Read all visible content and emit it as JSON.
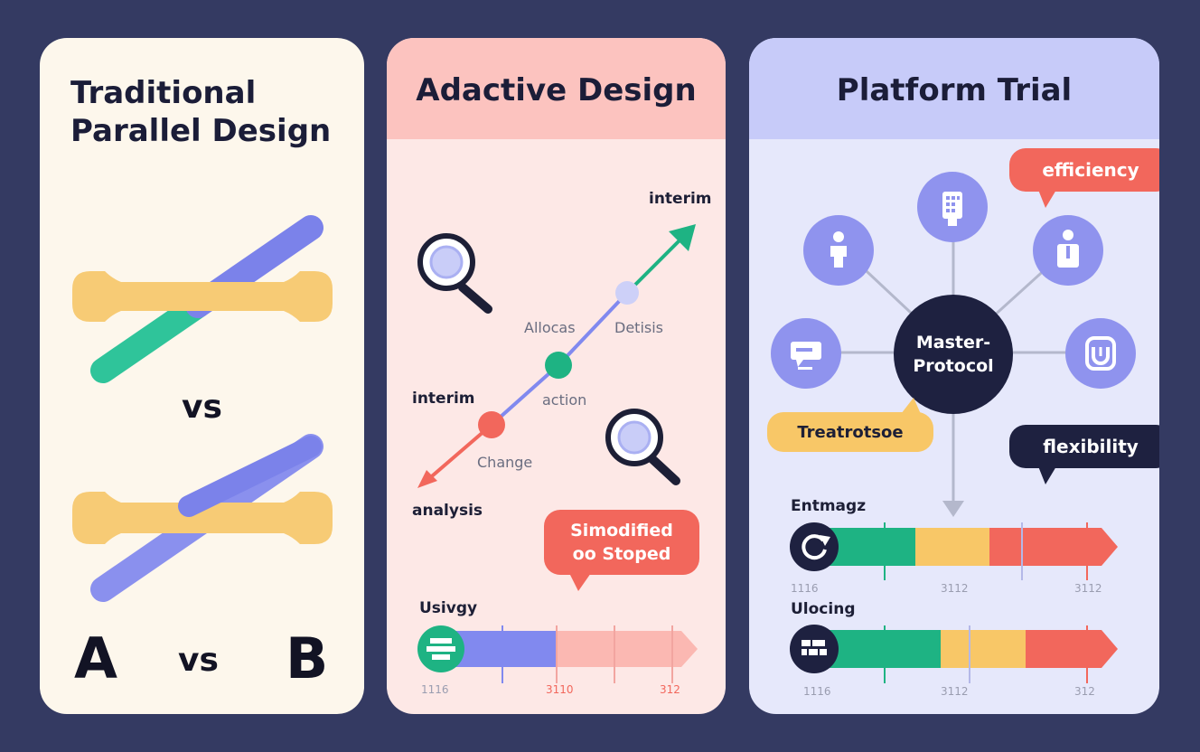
{
  "panels": {
    "traditional": {
      "title_line1": "Traditional",
      "title_line2": "Parallel Design",
      "vs_middle": "vs",
      "label_a": "A",
      "vs_bottom": "vs",
      "label_b": "B",
      "colors": {
        "bar": "#f7cb75",
        "green": "#2fc49a",
        "blue": "#7b82ea"
      }
    },
    "adaptive": {
      "title": "Adactive Design",
      "labels": {
        "interim_top": "interim",
        "allocas": "Allocas",
        "detisis": "Detisis",
        "interim_left": "interim",
        "action": "action",
        "change": "Change",
        "analysis": "analysis"
      },
      "callout": {
        "line1": "Simodified",
        "line2": "oo Stoped"
      },
      "timeline": {
        "label": "Usivgy",
        "ticks": [
          "1116",
          "3110",
          "312"
        ]
      },
      "colors": {
        "green": "#1eb383",
        "blue": "#8189ef",
        "red": "#f2675c",
        "band": "#fcc3bf"
      }
    },
    "platform": {
      "title": "Platform Trial",
      "hub": {
        "line1": "Master-",
        "line2": "Protocol"
      },
      "bubbles": {
        "efficiency": "efficiency",
        "treatment": "Treatrotsoe",
        "flexibility": "flexibility"
      },
      "node_icons": [
        "person-icon",
        "device-icon",
        "doctor-icon",
        "chat-icon",
        "magnet-icon"
      ],
      "timelines": [
        {
          "label": "Entmagz",
          "ticks": [
            "1116",
            "3112",
            "3112"
          ],
          "icon": "refresh-icon"
        },
        {
          "label": "Ulocing",
          "ticks": [
            "1116",
            "3112",
            "312"
          ],
          "icon": "grid-icon"
        }
      ],
      "colors": {
        "green": "#1eb383",
        "yellow": "#f8c767",
        "red": "#f2675c",
        "node": "#8f93ee",
        "hub": "#1e2140"
      }
    }
  }
}
